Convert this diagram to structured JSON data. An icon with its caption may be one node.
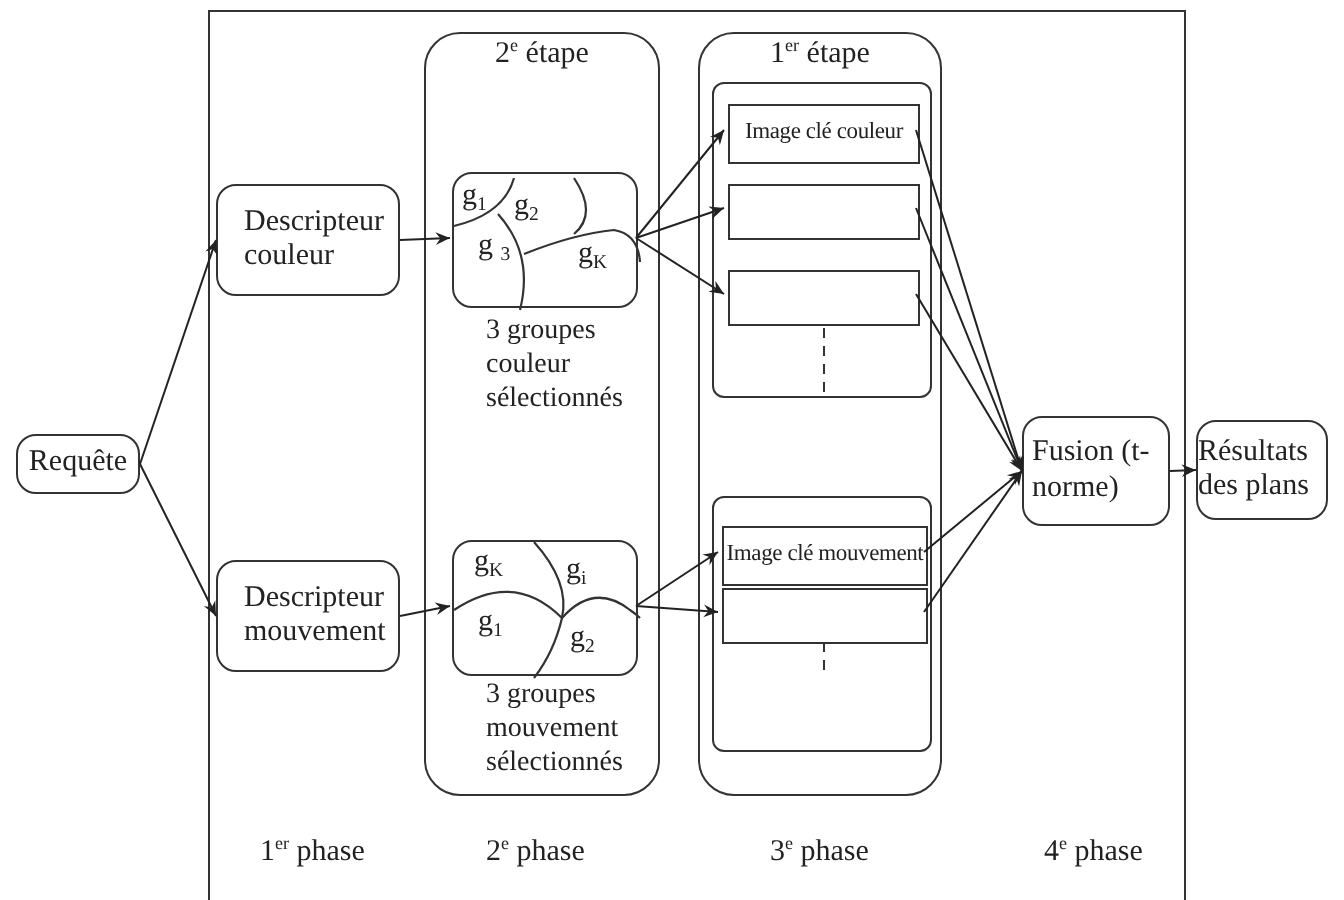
{
  "diagram": {
    "nodes": [
      {
        "text": [
          "Requête"
        ]
      },
      {
        "text": [
          "Descripteur couleur"
        ]
      },
      {
        "text": [
          "Descripteur mouvement"
        ]
      },
      {
        "text": [
          "2$^{e}$ étape"
        ]
      },
      {
        "text": [
          "g$_{1}$",
          "g$_{2}$",
          "g $_{3}$",
          "g$_{K}$"
        ],
        "in": 3,
        "beside": [
          "3 groupes couleur sélectionnés"
        ]
      },
      {
        "text": [
          "g$_{K}$",
          "g$_{i}$",
          "g$_{1}$",
          "g$_{2}$"
        ],
        "in": 3,
        "beside": [
          "3 groupes mouvement sélectionnés"
        ]
      },
      {
        "text": [
          "1$^{er}$ étape"
        ]
      },
      {
        "text": [],
        "shape": "box",
        "in": 6
      },
      {
        "text": [
          "Image clé couleur"
        ],
        "in": 7
      },
      {
        "text": [],
        "shape": "box",
        "in": 7
      },
      {
        "text": [],
        "shape": "box",
        "in": 7
      },
      {
        "text": [],
        "shape": "box",
        "in": 6
      },
      {
        "text": [
          "Image clé mouvement"
        ],
        "in": 11
      },
      {
        "text": [],
        "shape": "box",
        "in": 11
      },
      {
        "text": [
          "Fusion (t-norme)"
        ]
      },
      {
        "text": [
          "Résultats des plans"
        ]
      }
    ],
    "edges": [
      {
        "from": 0,
        "to": 1,
        "arrow": "to"
      },
      {
        "from": 0,
        "to": 2,
        "arrow": "to"
      },
      {
        "from": 1,
        "to": 4,
        "arrow": "to"
      },
      {
        "from": 2,
        "to": 5,
        "arrow": "to"
      },
      {
        "from": 4,
        "to": 8,
        "arrow": "to"
      },
      {
        "from": 4,
        "to": 9,
        "arrow": "to"
      },
      {
        "from": 4,
        "to": 10,
        "arrow": "to"
      },
      {
        "from": 5,
        "to": 12,
        "arrow": "to"
      },
      {
        "from": 5,
        "to": 13,
        "arrow": "to"
      },
      {
        "from": 8,
        "to": 14,
        "arrow": "to"
      },
      {
        "from": 9,
        "to": 14,
        "arrow": "to"
      },
      {
        "from": 10,
        "to": 14,
        "arrow": "to"
      },
      {
        "from": 12,
        "to": 14,
        "arrow": "to"
      },
      {
        "from": 13,
        "to": 14,
        "arrow": "to"
      },
      {
        "from": 14,
        "to": 15,
        "arrow": "to"
      }
    ],
    "labels": [
      "1$^{er}$ phase",
      "2$^{e}$ phase",
      "3$^{e}$ phase",
      "4$^{e}$ phase"
    ]
  }
}
